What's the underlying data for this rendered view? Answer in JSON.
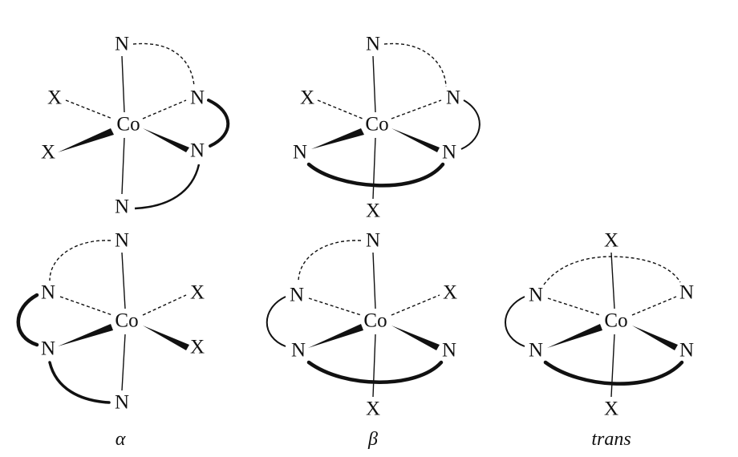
{
  "atoms": {
    "cobalt": "Co",
    "nitrogen": "N",
    "ligand": "X"
  },
  "labels": {
    "alpha": "α",
    "beta": "β",
    "trans": "trans"
  }
}
